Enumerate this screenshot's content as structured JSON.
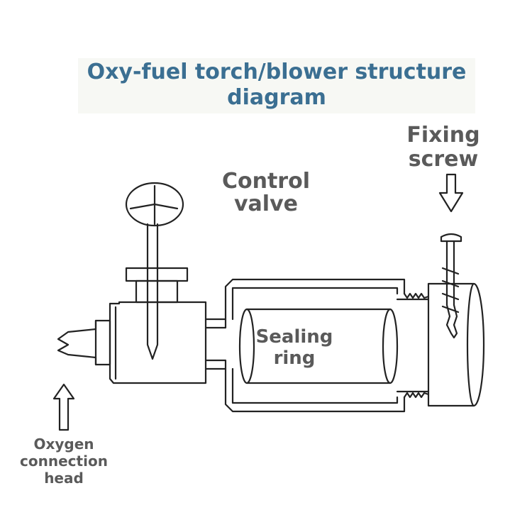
{
  "title": "Oxy-fuel torch/blower structure diagram",
  "labels": {
    "fixing_screw": "Fixing screw",
    "control_valve": "Control valve",
    "sealing_ring": "Sealing ring",
    "oxygen_connection_head": "Oxygen connection head"
  },
  "colors": {
    "title": "#3b6f92",
    "label": "#5a5a5a",
    "line": "#222222"
  }
}
